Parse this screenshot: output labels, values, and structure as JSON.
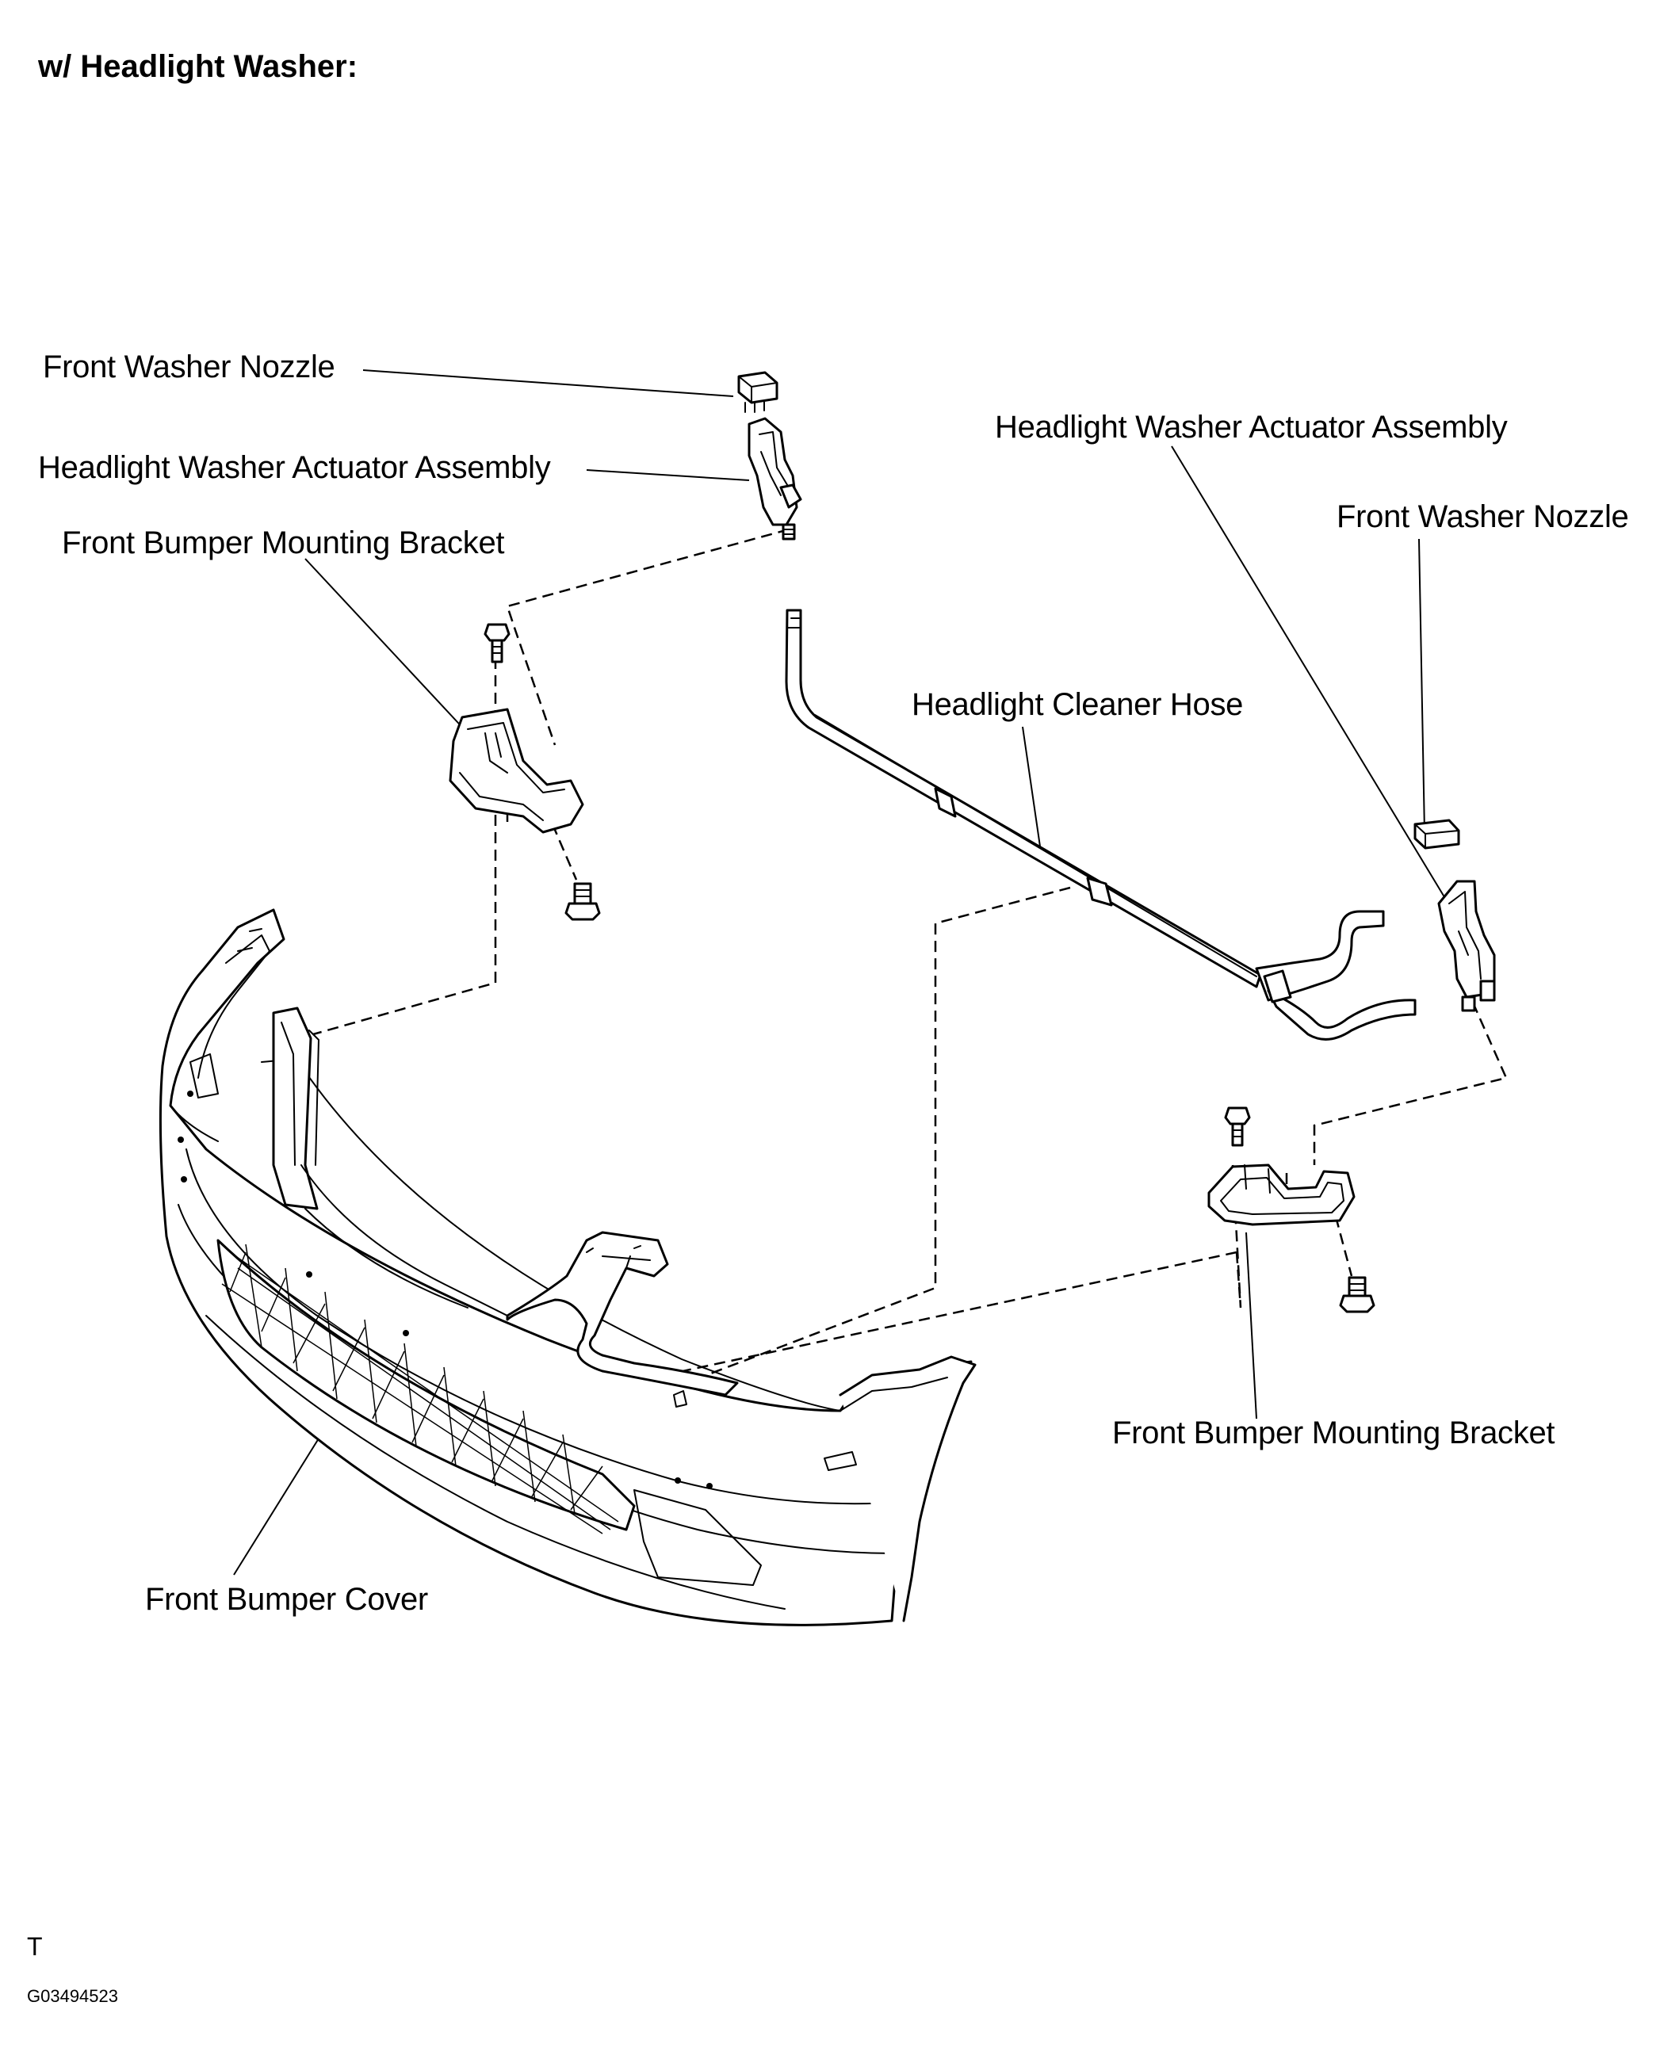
{
  "title": "w/ Headlight Washer:",
  "labels": {
    "front_washer_nozzle_left": "Front Washer Nozzle",
    "actuator_assembly_left": "Headlight Washer Actuator Assembly",
    "mounting_bracket_left": "Front Bumper Mounting Bracket",
    "actuator_assembly_right": "Headlight Washer Actuator Assembly",
    "front_washer_nozzle_right": "Front Washer Nozzle",
    "cleaner_hose": "Headlight Cleaner Hose",
    "mounting_bracket_right": "Front Bumper Mounting Bracket",
    "bumper_cover": "Front Bumper Cover"
  },
  "footer": {
    "letter": "T",
    "code": "G03494523"
  }
}
